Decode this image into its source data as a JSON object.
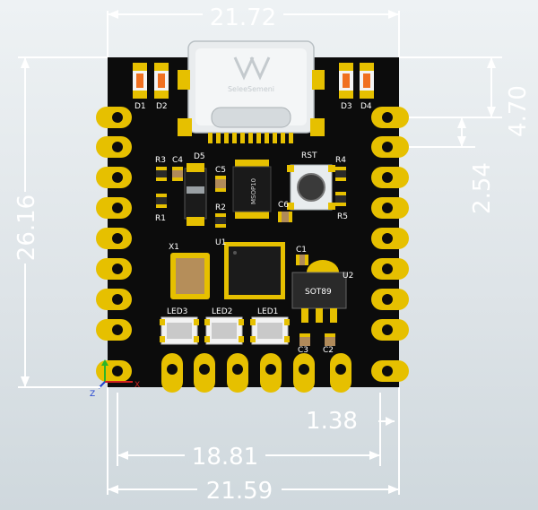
{
  "dimensions": {
    "top_width": "21.72",
    "height": "26.16",
    "right_top": "4.70",
    "pitch": "2.54",
    "pad_offset": "1.38",
    "bottom_inner": "18.81",
    "bottom_width": "21.59"
  },
  "labels": {
    "d1": "D1",
    "d2": "D2",
    "d3": "D3",
    "d4": "D4",
    "d5": "D5",
    "r1": "R1",
    "r2": "R2",
    "r3": "R3",
    "r4": "R4",
    "r5": "R5",
    "c1": "C1",
    "c2": "C2",
    "c3": "C3",
    "c4": "C4",
    "c5": "C5",
    "c6": "C6",
    "rst": "RST",
    "x1": "X1",
    "u1": "U1",
    "u2": "U2",
    "led1": "LED1",
    "led2": "LED2",
    "led3": "LED3",
    "sot89": "SOT89",
    "msop10": "MSOP10"
  },
  "axis": {
    "z": "Z",
    "x": "X"
  },
  "colors": {
    "board": "#0c0c0c",
    "pad": "#e6c000",
    "dimension": "#ffffff"
  }
}
